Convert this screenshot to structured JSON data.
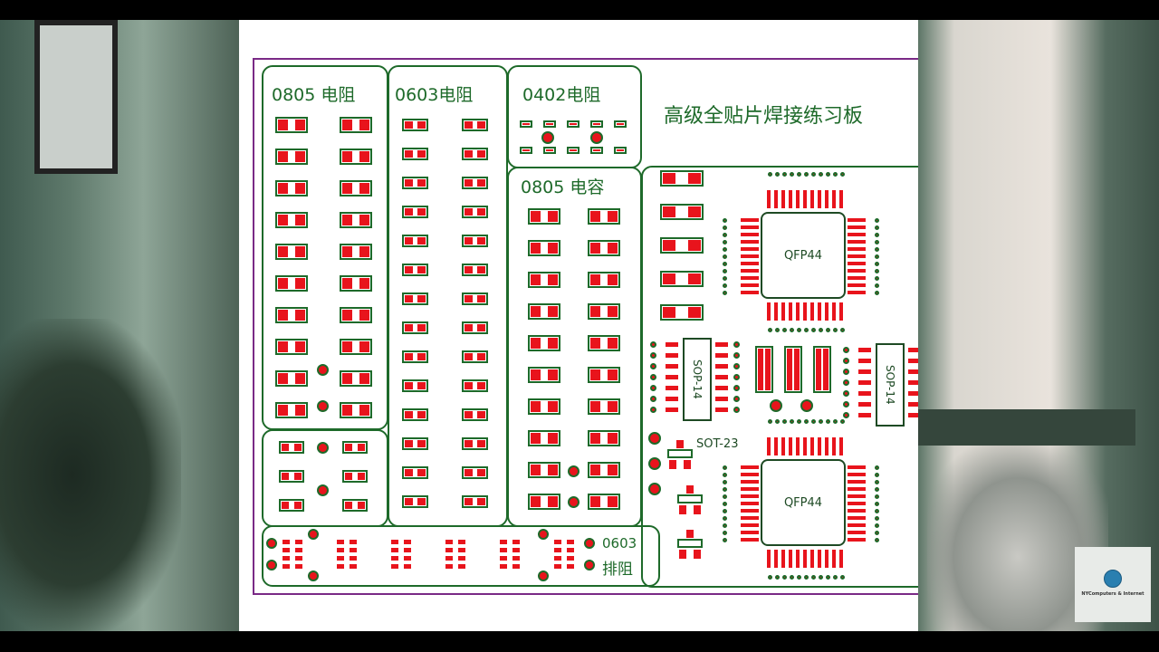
{
  "video": {
    "watermark": "NYComputers & Internet"
  },
  "board": {
    "title": "高级全贴片焊接练习板",
    "sections": {
      "r0805": "0805 电阻",
      "r0603": "0603电阻",
      "r0402": "0402电阻",
      "c0805": "0805 电容",
      "array_size": "0603",
      "array_name": "排阻"
    },
    "chips": {
      "qfp_top": "QFP44",
      "qfp_bottom": "QFP44",
      "sop_left": "SOP-14",
      "sop_right": "SOP-14",
      "sot": "SOT-23"
    },
    "colors": {
      "pad": "#e8141c",
      "silk": "#1e6a2a",
      "outline": "#7a2a86"
    }
  }
}
